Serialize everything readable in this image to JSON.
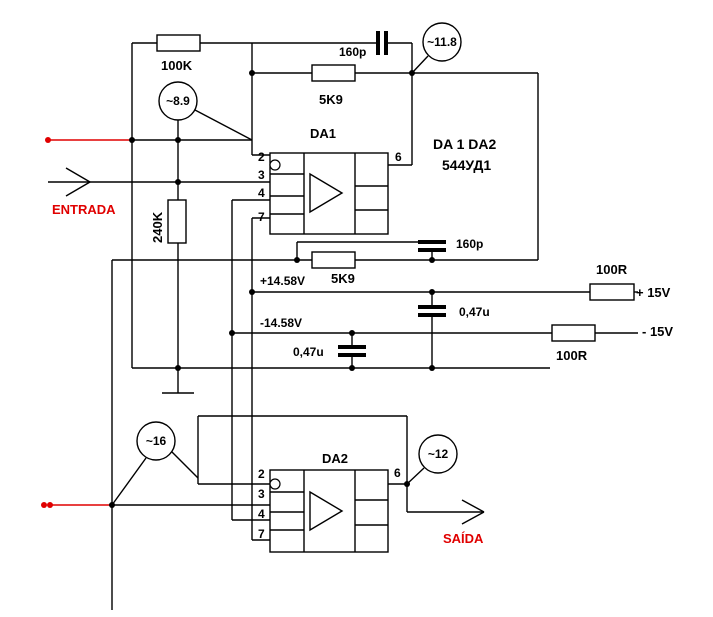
{
  "ic_heading": "DA 1  DA2",
  "ic_part": "544УД1",
  "da1": {
    "name": "DA1",
    "pin_2": "2",
    "pin_3": "3",
    "pin_4": "4",
    "pin_7": "7",
    "pin_6": "6"
  },
  "da2": {
    "name": "DA2",
    "pin_2": "2",
    "pin_3": "3",
    "pin_4": "4",
    "pin_7": "7",
    "pin_6": "6"
  },
  "resistors": {
    "r_feedback_top": "100K",
    "r_feedback_da1": "5K9",
    "r_input_bias": "240K",
    "r_feedback_lower": "5K9",
    "r_pos_supply": "100R",
    "r_neg_supply": "100R"
  },
  "capacitors": {
    "c_top": "160p",
    "c_lower": "160p",
    "c_pos_decoupling": "0,47u",
    "c_neg_decoupling": "0,47u"
  },
  "probes": {
    "p_da1_out": "~11.8",
    "p_da1_in": "~8.9",
    "p_da2_in": "~16",
    "p_da2_out": "~12"
  },
  "rails": {
    "pos_rail": "+14.58V",
    "neg_rail": "-14.58V",
    "pos_supply": "+ 15V",
    "neg_supply": "- 15V"
  },
  "io": {
    "input_label": "ENTRADA",
    "output_label": "SAÍDA"
  },
  "colors": {
    "wire": "#000000",
    "input_wire": "#e00000",
    "io_text": "#e00000"
  }
}
